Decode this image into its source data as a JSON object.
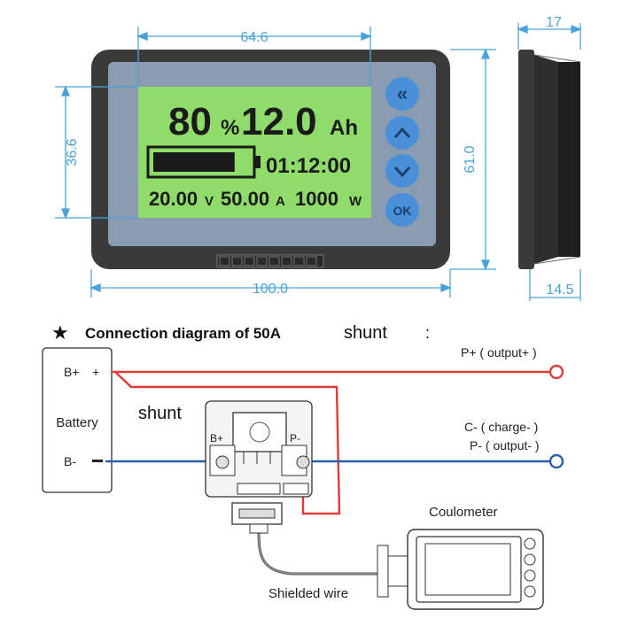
{
  "dimensions": {
    "width_top": "64.6",
    "height_left": "36.6",
    "height_right": "61.0",
    "width_bottom": "100.0",
    "side_depth_top": "17",
    "side_depth_bottom": "14.5"
  },
  "lcd": {
    "percent_value": "80",
    "percent_unit": "%",
    "capacity_value": "12.0",
    "capacity_unit": "Ah",
    "time": "01:12:00",
    "voltage_value": "20.00",
    "voltage_unit": "V",
    "current_value": "50.00",
    "current_unit": "A",
    "power_value": "1000",
    "power_unit": "W",
    "battery_fill_fraction": 0.85
  },
  "buttons": {
    "back": "«",
    "ok": "OK"
  },
  "diagram": {
    "star": "★",
    "title_bold": "Connection diagram of 50A",
    "title_light": "shunt",
    "title_colon": ":",
    "battery_label": "Battery",
    "battery_pos_label": "B+",
    "battery_pos_sign": "+",
    "battery_neg_label": "B-",
    "shunt_label": "shunt",
    "shunt_bplus": "B+",
    "shunt_pminus": "P-",
    "p_plus": "P+ ( output+ )",
    "c_minus": "C- ( charge- )",
    "p_minus": "P- ( output- )",
    "coulometer_label": "Coulometer",
    "shielded_wire_label": "Shielded wire"
  },
  "colors": {
    "case": "#3a3a3a",
    "bezel": "#8a9cb0",
    "lcd": "#8fdc6a",
    "button": "#4a90d9",
    "dimension": "#4aa3d8",
    "wire_red": "#e03a3a",
    "wire_blue": "#2a5fb0"
  }
}
